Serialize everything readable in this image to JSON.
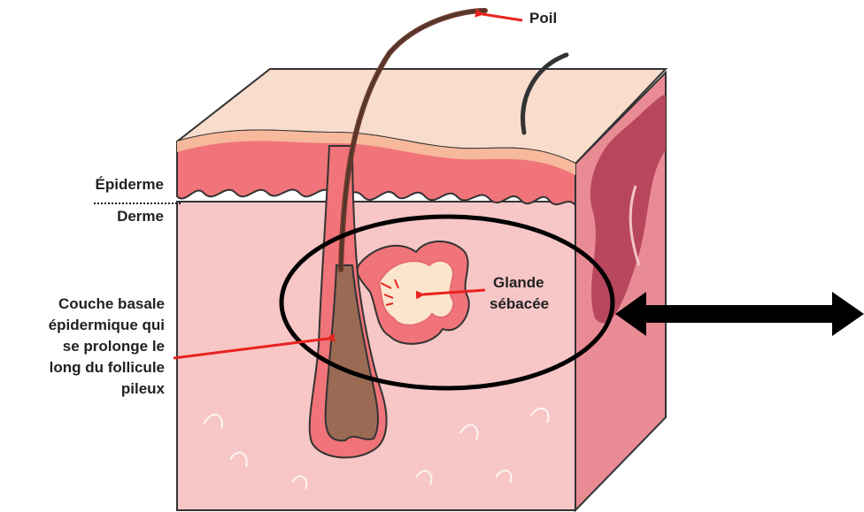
{
  "labels": {
    "poil": "Poil",
    "epiderme": "Épiderme",
    "derme": "Derme",
    "glande_line1": "Glande",
    "glande_line2": "sébacée",
    "couche": [
      "Couche basale",
      "épidermique qui",
      "se prolonge le",
      "long du follicule",
      "pileux"
    ]
  },
  "colors": {
    "epidermis": "#f07479",
    "epidermis_top": "#f7b99c",
    "dermis": "#f7c6c6",
    "side_face": "#e98b95",
    "deep_side": "#b23f57",
    "hair": "#6b3a2a",
    "bulb": "#9a6a55",
    "gland": "#fce5cd",
    "pointer_arrow": "#e8231f",
    "highlight": "#000000"
  },
  "icons": {
    "pointer": "red-arrow-icon",
    "double_arrow": "double-headed-arrow-icon"
  }
}
